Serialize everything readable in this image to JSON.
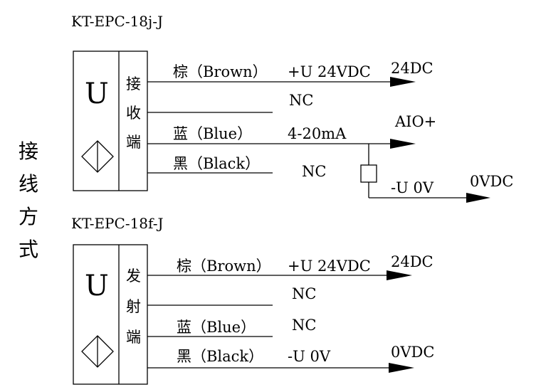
{
  "side_title": [
    "接",
    "线",
    "方",
    "式"
  ],
  "receiver": {
    "model": "KT-EPC-18j-J",
    "symbol": "U",
    "side_chars": [
      "接",
      "收",
      "端"
    ],
    "wires": [
      {
        "label": "棕（Brown）",
        "value": "+U 24VDC",
        "terminal": "24DC"
      },
      {
        "label": "",
        "value": "NC",
        "terminal": ""
      },
      {
        "label": "蓝（Blue）",
        "value": "4-20mA",
        "terminal": "AIO+"
      },
      {
        "label": "黑（Black）",
        "value": "NC",
        "terminal": ""
      }
    ],
    "load": {
      "value": "-U 0V",
      "terminal": "0VDC"
    }
  },
  "emitter": {
    "model": "KT-EPC-18f-J",
    "symbol": "U",
    "side_chars": [
      "发",
      "射",
      "端"
    ],
    "wires": [
      {
        "label": "棕（Brown）",
        "value": "+U 24VDC",
        "terminal": "24DC"
      },
      {
        "label": "",
        "value": "NC",
        "terminal": ""
      },
      {
        "label": "蓝（Blue）",
        "value": "NC",
        "terminal": ""
      },
      {
        "label": "黑（Black）",
        "value": "-U 0V",
        "terminal": "0VDC"
      }
    ]
  }
}
